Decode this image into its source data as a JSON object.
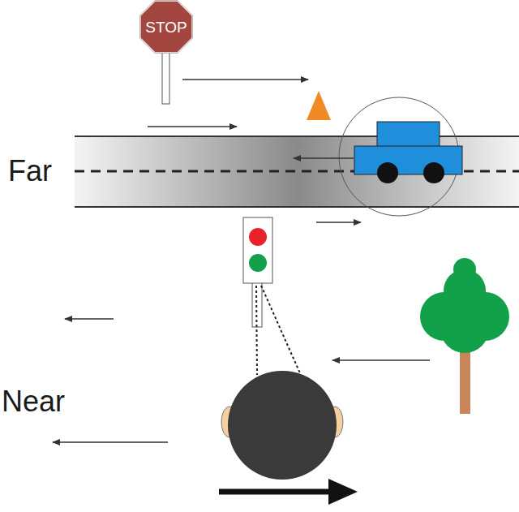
{
  "diagram": {
    "nodes": [
      {
        "text": [
          "STOP"
        ]
      }
    ],
    "labels": [
      "Far",
      "Near"
    ]
  }
}
